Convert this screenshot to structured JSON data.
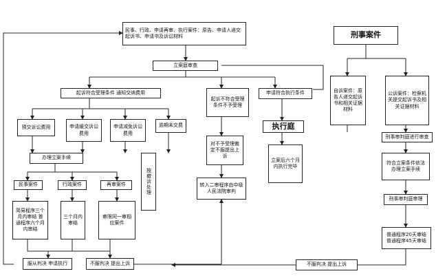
{
  "nodes": {
    "civil_admin_apply": "民事、行政、申请再审、执行案件：原告、申请人递交起诉书、申请书及诉讼材料",
    "criminal_case": "刑事案件",
    "case_filing_review": "立案庭审查",
    "meets_conditions_fee": "起诉符合受理条件 通知交纳费用",
    "not_meet_conditions": "起诉不符合受理条件不予受理",
    "meets_execution": "申请符合执行条件",
    "private_prosecution": "自诉案件：原告人递交起诉书和相关证据材料",
    "public_prosecution": "公诉案件：检察机关提交起诉书及相关证据材料",
    "pay_fee": "预交诉讼费用",
    "apply_fee_deferral": "申请缓交诉讼费用",
    "apply_waiver": "申请减免诉讼费用",
    "no_fee": "逾期未交费",
    "execution_court": "执行庭",
    "dissatisfied_appeal": "对不予受理裁定不服提出上诉",
    "exec_complete": "立案后六个月内执行完毕",
    "criminal_review": "刑事审判庭进行审查",
    "register_case": "办理立案手续",
    "withdraw": "按撤诉处理",
    "second_instance": "转入二审程序由中级人民法院审判",
    "meets_conditions_criminal": "符合立案条件依法办理立案手续",
    "civil_case": "民事案件",
    "admin_case": "行政案件",
    "retrial_case": "再审案件",
    "criminal_trial": "刑事审判庭审理",
    "civil_limits": "简易程序三个月内审结 普通程序六个月内审结",
    "admin_limits": "三个月内审结",
    "retrial_limits": "审限同一审相应案件",
    "criminal_limits": "普通程序20天审结 普通程序45天审结",
    "satisfied_apply": "服从判决 申请执行",
    "appeal_mid": "不服判决 提出上诉",
    "appeal_right": "不服判决 提出上诉"
  }
}
